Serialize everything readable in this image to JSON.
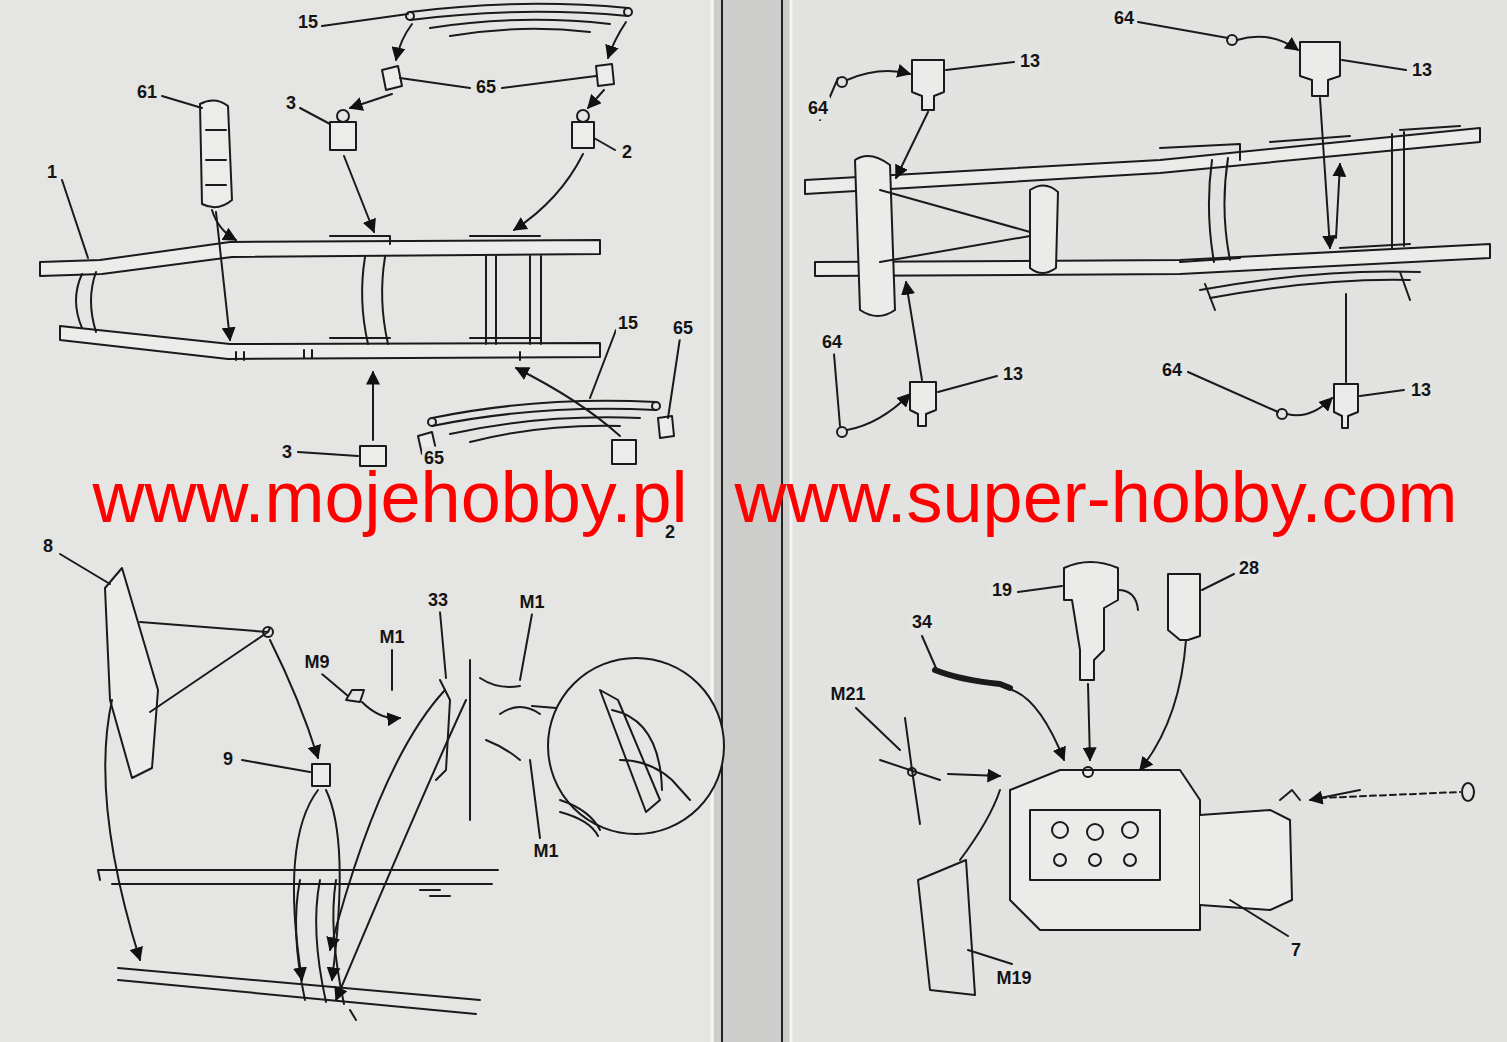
{
  "diagram": {
    "labels": [
      "15",
      "61",
      "65",
      "3",
      "2",
      "1",
      "15",
      "65",
      "3",
      "65",
      "2",
      "64",
      "13",
      "13",
      "64",
      "64",
      "13",
      "64",
      "13",
      "www.mojehobby.pl",
      "www.super-hobby.com",
      "8",
      "33",
      "M1",
      "M1",
      "M9",
      "9",
      "M1",
      "19",
      "28",
      "34",
      "M21",
      "7",
      "M19"
    ]
  }
}
